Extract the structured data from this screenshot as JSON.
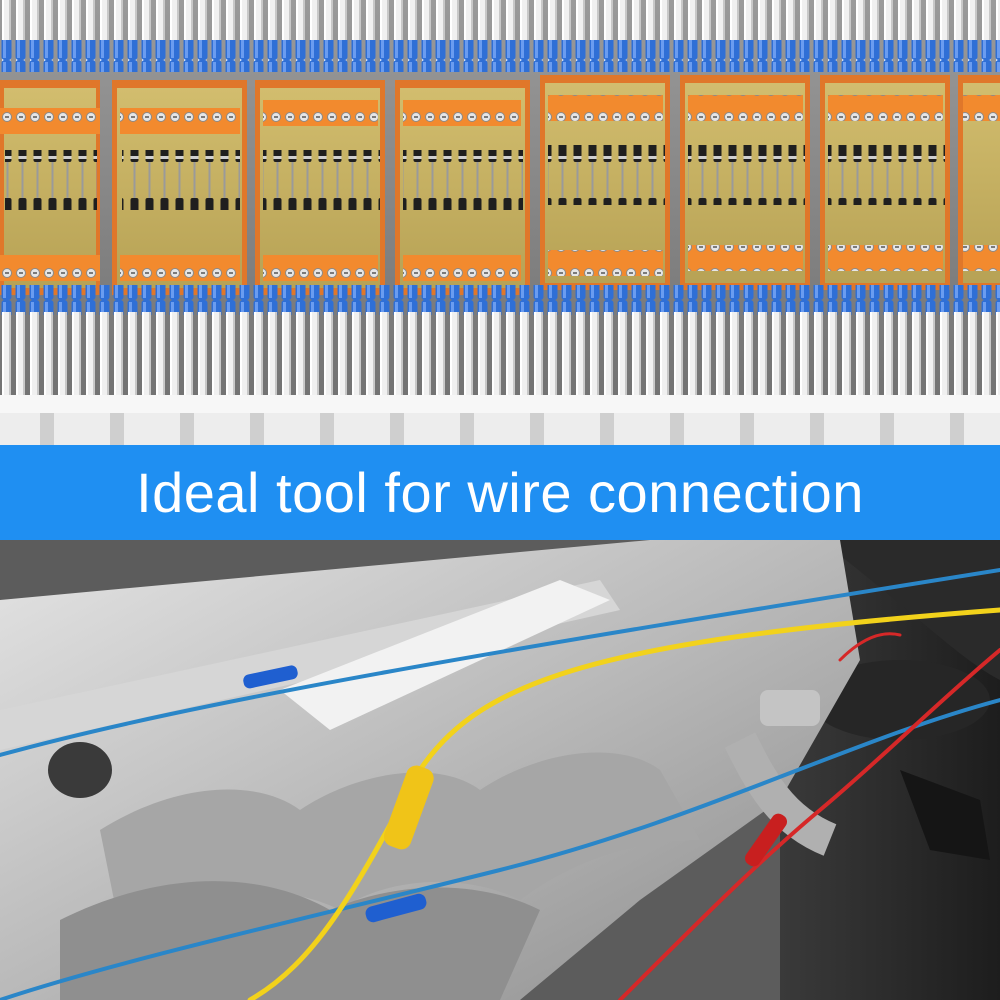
{
  "banner": {
    "text": "Ideal tool for wire connection",
    "background_color": "#1f8ff2",
    "text_color": "#ffffff"
  },
  "top_photo": {
    "subject": "terminal block panel with labeled wires",
    "colors": {
      "board": "#c9b46a",
      "terminal": "#f28a2e",
      "sleeve": "#2f6fd6",
      "wire": "#f2f2f2"
    }
  },
  "bottom_photo": {
    "subject": "car engine with repaired wires",
    "colors": {
      "engine": "#b8b8b8",
      "wire_blue": "#2a86c8",
      "wire_yellow": "#f2d21b",
      "wire_red": "#d62828"
    }
  }
}
